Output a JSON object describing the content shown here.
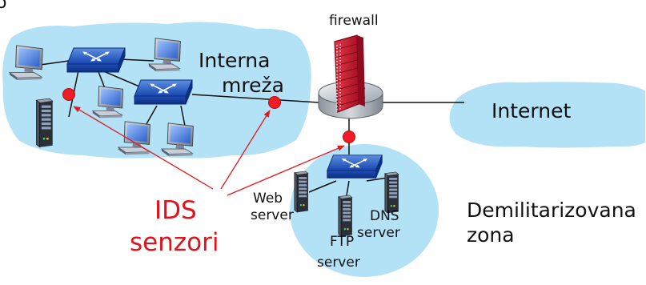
{
  "diagram": {
    "corner_mark": "o",
    "labels": {
      "firewall": "firewall",
      "internal_network_line1": "Interna",
      "internal_network_line2": "mreža",
      "internet": "Internet",
      "dmz_line1": "Demilitarizovana",
      "dmz_line2": "zona",
      "web_server_line1": "Web",
      "web_server_line2": "server",
      "ftp_server_line1": "FTP",
      "ftp_server_line2": "server",
      "dns_server_line1": "DNS",
      "dns_server_line2": "server",
      "ids_line1": "IDS",
      "ids_line2": "senzori"
    },
    "colors": {
      "cloud": "#b3e1f6",
      "ids_sensor": "#ee1d25",
      "ids_arrow": "#e01b22",
      "firewall_brick": "#c4142b",
      "switch_blue": "#1a59c8",
      "line": "#111111"
    }
  }
}
